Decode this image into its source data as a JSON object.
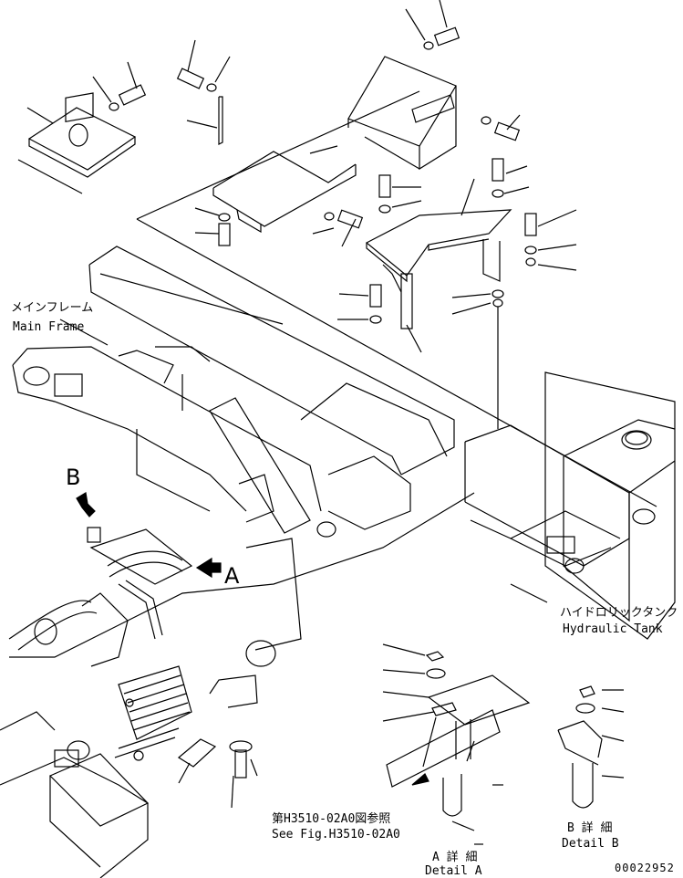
{
  "labels": {
    "main_frame_jp": "メインフレーム",
    "main_frame_en": "Main Frame",
    "hydraulic_tank_jp": "ハイドロリックタンク",
    "hydraulic_tank_en": "Hydraulic Tank",
    "view_a": "A",
    "view_b": "B",
    "see_fig_jp": "第H3510-02A0図参照",
    "see_fig_en": "See Fig.H3510-02A0",
    "detail_a_jp": "A 詳 細",
    "detail_a_en": "Detail A",
    "detail_b_jp": "B 詳 細",
    "detail_b_en": "Detail B",
    "drawing_number": "00022952"
  }
}
